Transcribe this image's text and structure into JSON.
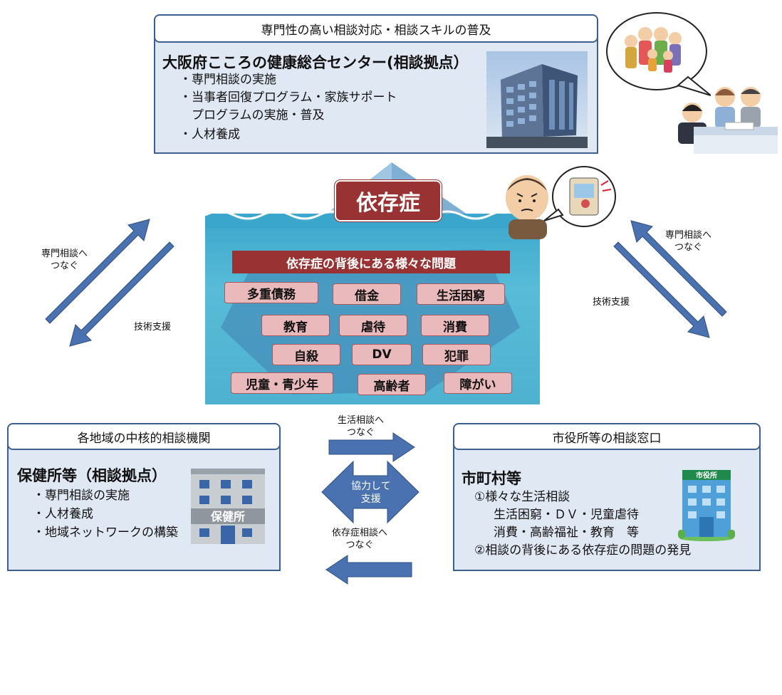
{
  "top_center": {
    "header": "専門性の高い相談対応・相談スキルの普及",
    "title": "大阪府こころの健康総合センター(相談拠点）",
    "items": [
      "・専門相談の実施",
      "・当事者回復プログラム・家族サポート",
      "　プログラムの実施・普及",
      "・人材養成"
    ]
  },
  "iceberg": {
    "title": "依存症",
    "banner": "依存症の背後にある様々な問題",
    "tags": [
      "多重債務",
      "借金",
      "生活困窮",
      "教育",
      "虐待",
      "消費",
      "自殺",
      "DV",
      "犯罪",
      "児童・青少年",
      "高齢者",
      "障がい"
    ]
  },
  "left_arrows": {
    "up_label": "専門相談へ\nつなぐ",
    "down_label": "技術支援"
  },
  "right_arrows": {
    "up_label": "専門相談へ\nつなぐ",
    "down_label": "技術支援"
  },
  "left_box": {
    "header": "各地域の中核的相談機関",
    "title": "保健所等（相談拠点）",
    "items": [
      "・専門相談の実施",
      "・人材養成",
      "・地域ネットワークの構築"
    ],
    "building_sign": "保健所"
  },
  "right_box": {
    "header": "市役所等の相談窓口",
    "title": "市町村等",
    "items": [
      "①様々な生活相談",
      "　生活困窮・ＤＶ・児童虐待",
      "　消費・高齢福祉・教育　等",
      "②相談の背後にある依存症の問題の発見"
    ],
    "building_sign": "市役所"
  },
  "middle_arrows": {
    "top_label": "生活相談へ\nつなぐ",
    "center_label": "協力して\n支援",
    "bottom_label": "依存症相談へ\nつなぐ"
  },
  "colors": {
    "box_fill": "#dfe8f3",
    "border": "#3d5f8f",
    "arrow": "#4a72b0",
    "banner": "#993333",
    "tag": "#e9b9bb",
    "water": "#4eb1d0"
  }
}
